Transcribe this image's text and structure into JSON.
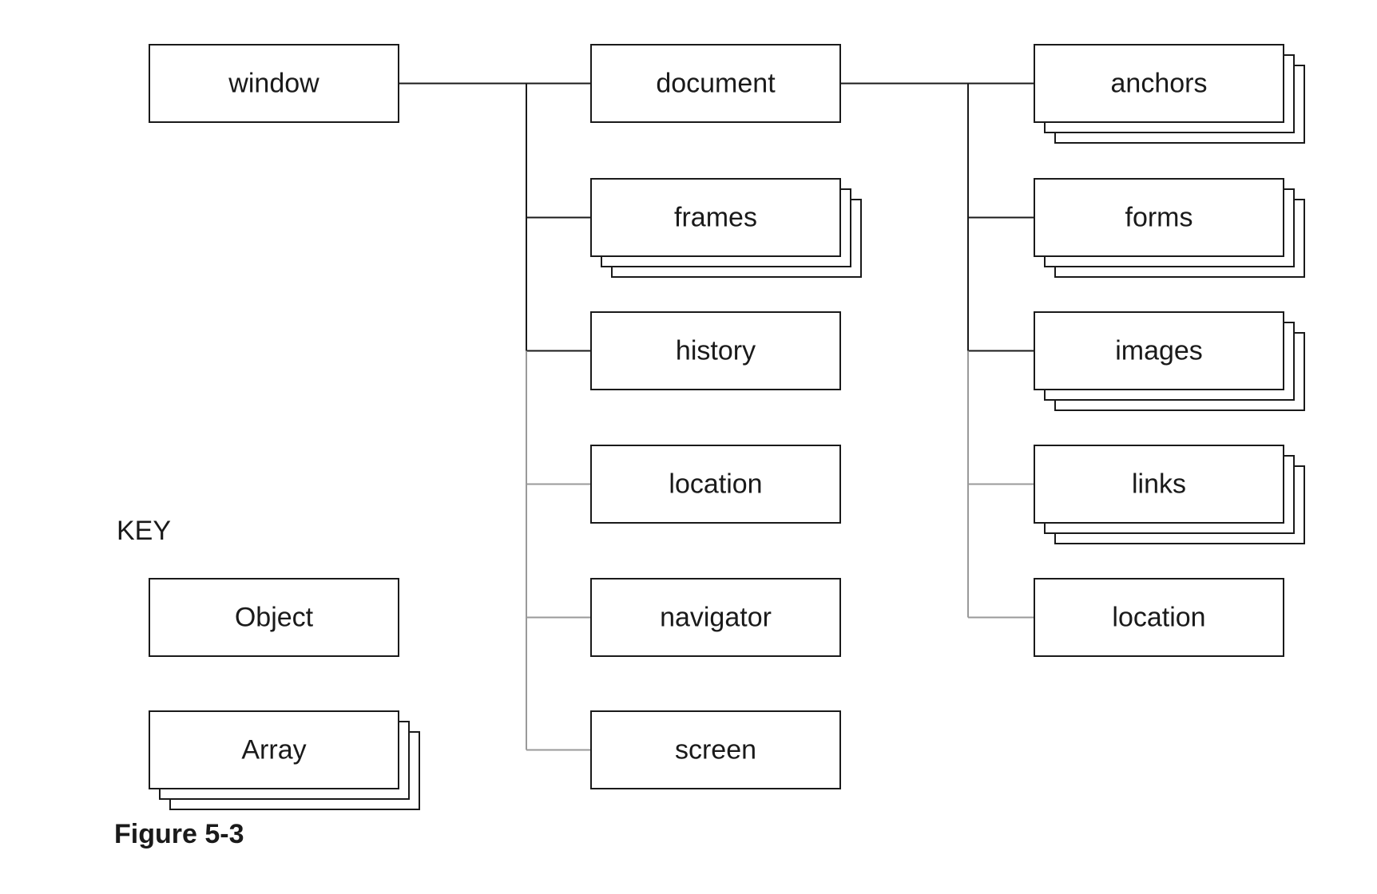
{
  "colors": {
    "stroke": "#1a1a1a",
    "connector_light": "#9a9a9a",
    "background": "#ffffff"
  },
  "nodes": {
    "window": {
      "label": "window",
      "type": "object"
    },
    "document": {
      "label": "document",
      "type": "object"
    },
    "frames": {
      "label": "frames",
      "type": "array"
    },
    "history": {
      "label": "history",
      "type": "object"
    },
    "location": {
      "label": "location",
      "type": "object"
    },
    "navigator": {
      "label": "navigator",
      "type": "object"
    },
    "screen": {
      "label": "screen",
      "type": "object"
    },
    "anchors": {
      "label": "anchors",
      "type": "array"
    },
    "forms": {
      "label": "forms",
      "type": "array"
    },
    "images": {
      "label": "images",
      "type": "array"
    },
    "links": {
      "label": "links",
      "type": "array"
    },
    "doc_location": {
      "label": "location",
      "type": "object"
    }
  },
  "edges": [
    {
      "from": "window",
      "to": "document"
    },
    {
      "from": "window",
      "to": "frames"
    },
    {
      "from": "window",
      "to": "history"
    },
    {
      "from": "window",
      "to": "location"
    },
    {
      "from": "window",
      "to": "navigator"
    },
    {
      "from": "window",
      "to": "screen"
    },
    {
      "from": "document",
      "to": "anchors"
    },
    {
      "from": "document",
      "to": "forms"
    },
    {
      "from": "document",
      "to": "images"
    },
    {
      "from": "document",
      "to": "links"
    },
    {
      "from": "document",
      "to": "doc_location"
    }
  ],
  "key": {
    "title": "KEY",
    "object": {
      "label": "Object",
      "type": "object"
    },
    "array": {
      "label": "Array",
      "type": "array"
    }
  },
  "caption": "Figure 5-3"
}
